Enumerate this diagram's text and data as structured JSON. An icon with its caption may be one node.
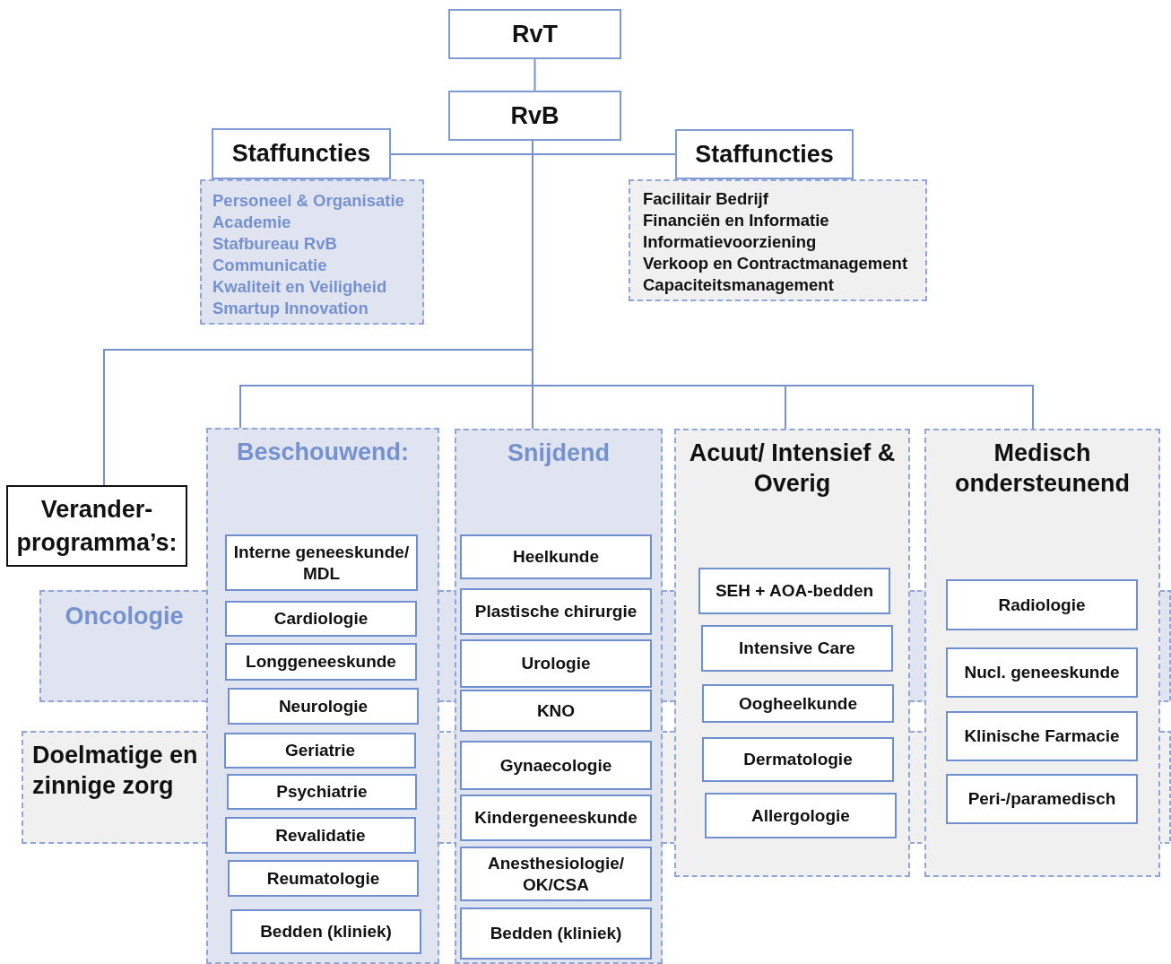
{
  "diagram": {
    "nodes": [
      {
        "text": [
          "RvT"
        ]
      },
      {
        "text": [
          "RvB"
        ]
      },
      {
        "text": [
          "Staffuncties"
        ]
      },
      {
        "text": [
          "Personeel & Organisatie",
          "Academie",
          "Stafbureau RvB",
          "Communicatie",
          "Kwaliteit en Veiligheid",
          "Smartup Innovation"
        ]
      },
      {
        "text": [
          "Staffuncties"
        ]
      },
      {
        "text": [
          "Facilitair Bedrijf",
          "Financiën en Informatie",
          "Informatievoorziening",
          "Verkoop en Contractmanagement",
          "Capaciteitsmanagement"
        ]
      },
      {
        "text": [
          "Verander- programma’s:"
        ]
      },
      {
        "text": [
          "Oncologie"
        ]
      },
      {
        "text": [
          "Doelmatige en zinnige zorg"
        ]
      },
      {
        "text": [
          "Beschouwend:"
        ]
      },
      {
        "text": [
          "Interne geneeskunde/ MDL"
        ],
        "in": 9
      },
      {
        "text": [
          "Cardiologie"
        ],
        "in": 9
      },
      {
        "text": [
          "Longgeneeskunde"
        ],
        "in": 9
      },
      {
        "text": [
          "Neurologie"
        ],
        "in": 9
      },
      {
        "text": [
          "Geriatrie"
        ],
        "in": 9
      },
      {
        "text": [
          "Psychiatrie"
        ],
        "in": 9
      },
      {
        "text": [
          "Revalidatie"
        ],
        "in": 9
      },
      {
        "text": [
          "Reumatologie"
        ],
        "in": 9
      },
      {
        "text": [
          "Bedden (kliniek)"
        ],
        "in": 9
      },
      {
        "text": [
          "Snijdend"
        ]
      },
      {
        "text": [
          "Heelkunde"
        ],
        "in": 19
      },
      {
        "text": [
          "Plastische chirurgie"
        ],
        "in": 19
      },
      {
        "text": [
          "Urologie"
        ],
        "in": 19
      },
      {
        "text": [
          "KNO"
        ],
        "in": 19
      },
      {
        "text": [
          "Gynaecologie"
        ],
        "in": 19
      },
      {
        "text": [
          "Kindergeneeskunde"
        ],
        "in": 19
      },
      {
        "text": [
          "Anesthesiologie/ OK/CSA"
        ],
        "in": 19
      },
      {
        "text": [
          "Bedden (kliniek)"
        ],
        "in": 19
      },
      {
        "text": [
          "Acuut/ Intensief & Overig"
        ]
      },
      {
        "text": [
          "SEH + AOA-bedden"
        ],
        "in": 28
      },
      {
        "text": [
          "Intensive Care"
        ],
        "in": 28
      },
      {
        "text": [
          "Oogheelkunde"
        ],
        "in": 28
      },
      {
        "text": [
          "Dermatologie"
        ],
        "in": 28
      },
      {
        "text": [
          "Allergologie"
        ],
        "in": 28
      },
      {
        "text": [
          "Medisch ondersteunend"
        ]
      },
      {
        "text": [
          "Radiologie"
        ],
        "in": 34
      },
      {
        "text": [
          "Nucl. geneeskunde"
        ],
        "in": 34
      },
      {
        "text": [
          "Klinische Farmacie"
        ],
        "in": 34
      },
      {
        "text": [
          "Peri-/paramedisch"
        ],
        "in": 34
      }
    ],
    "edges": [
      {
        "from": 0,
        "to": 1,
        "arrow": "none"
      },
      {
        "from": 1,
        "to": 2,
        "arrow": "none"
      },
      {
        "from": 1,
        "to": 4,
        "arrow": "none"
      },
      {
        "from": 1,
        "to": 6,
        "arrow": "none"
      },
      {
        "from": 1,
        "to": 9,
        "arrow": "none"
      },
      {
        "from": 1,
        "to": 19,
        "arrow": "none"
      },
      {
        "from": 1,
        "to": 28,
        "arrow": "none"
      },
      {
        "from": 1,
        "to": 34,
        "arrow": "none"
      }
    ]
  }
}
